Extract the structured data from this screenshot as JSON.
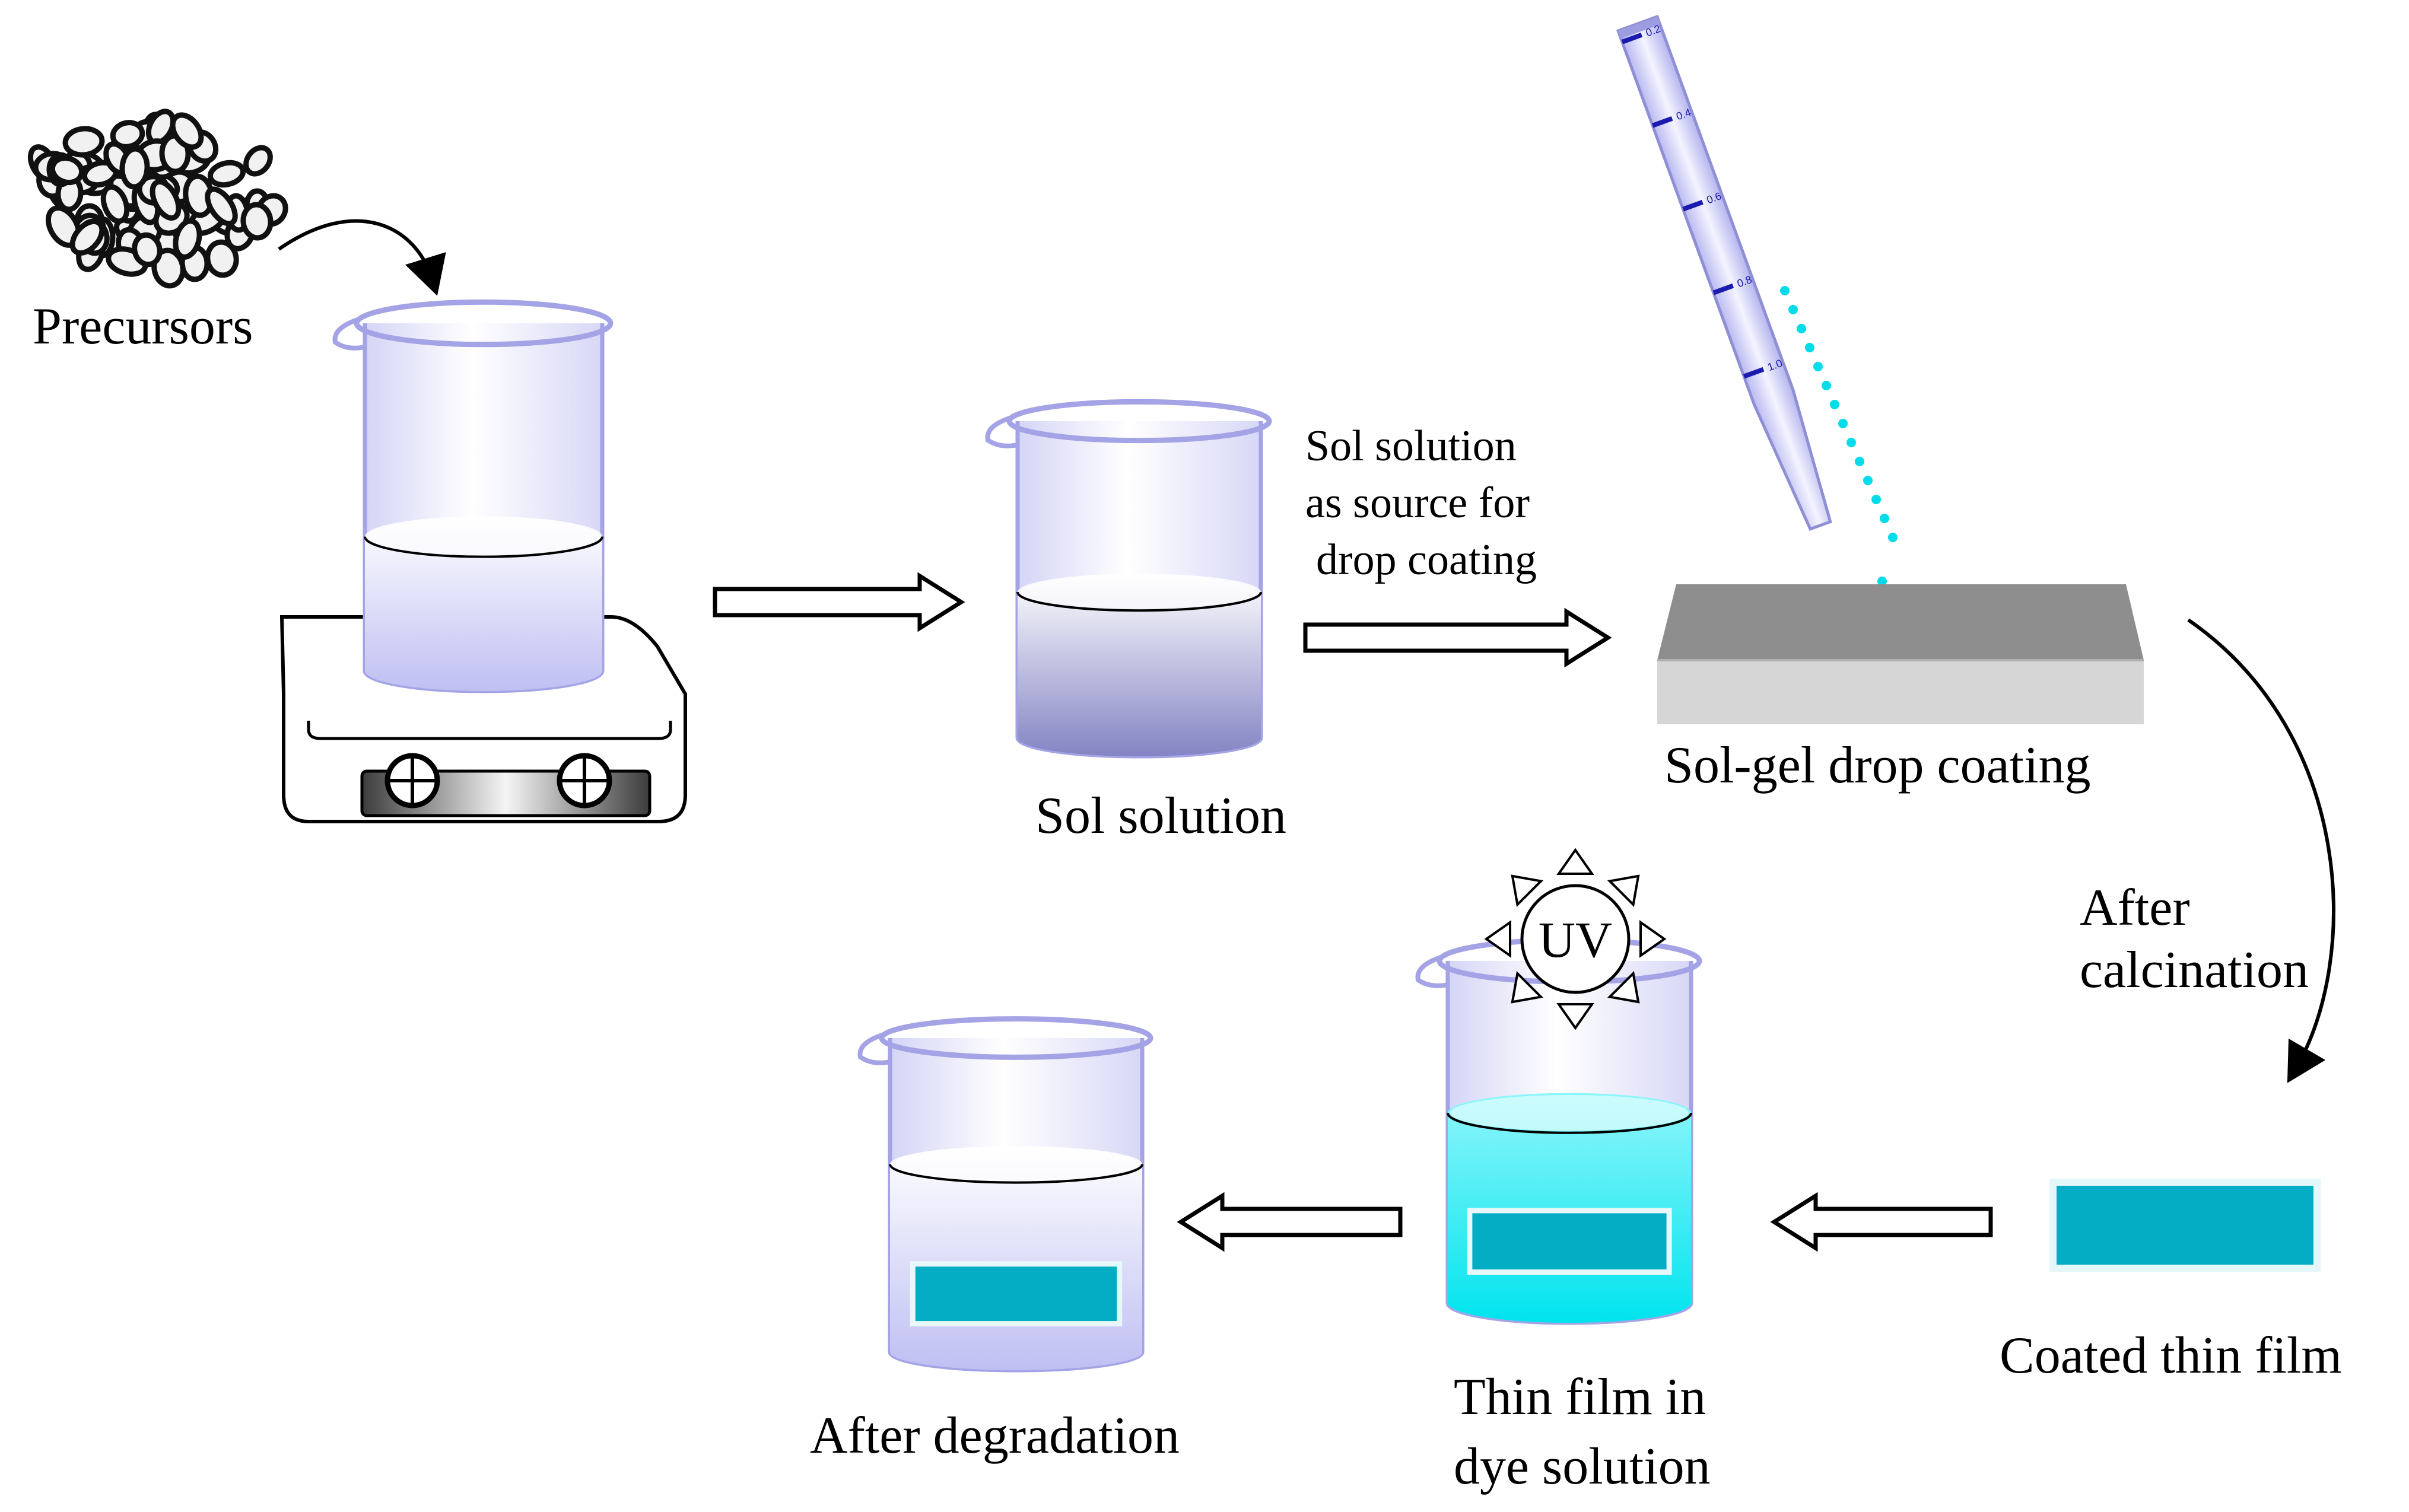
{
  "labels": {
    "precursors": "Precursors",
    "sol_solution": "Sol solution",
    "source_line1": "Sol solution",
    "source_line2": "as source for",
    "source_line3": "drop coating",
    "drop_coating": "Sol-gel drop coating",
    "after_line1": "After",
    "after_line2": "calcination",
    "coated_film": "Coated thin film",
    "dye_line1": "Thin film in",
    "dye_line2": "dye solution",
    "after_degradation": "After degradation",
    "uv": "UV"
  },
  "pipette_ticks": [
    "0.2",
    "0.4",
    "0.6",
    "0.8",
    "1.0"
  ],
  "colors": {
    "glass": "#a7a7ec",
    "sol_liquid": "#8f8fcc",
    "dye": "#00e4ee",
    "film": "#04adc4",
    "substrate_top": "#8e8e8e",
    "substrate_front": "#d6d6d6",
    "drops": "#00dcea"
  }
}
